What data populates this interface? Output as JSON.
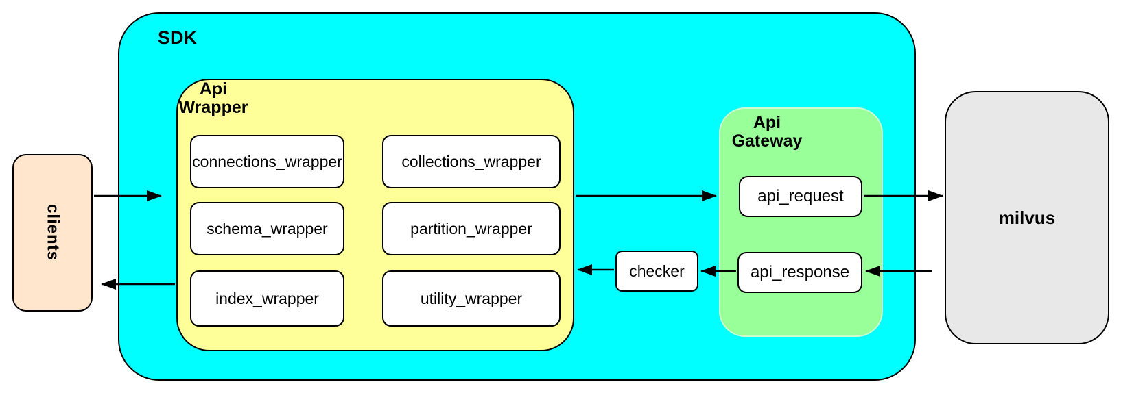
{
  "diagram": {
    "nodes": {
      "clients": {
        "label": "clients",
        "fill": "#FFE6CC"
      },
      "sdk": {
        "label": "SDK",
        "fill": "#00FFFF"
      },
      "api_wrapper": {
        "label_line1": "Api",
        "label_line2": "Wrapper",
        "fill": "#FFFF99",
        "modules": [
          "connections_wrapper",
          "collections_wrapper",
          "schema_wrapper",
          "partition_wrapper",
          "index_wrapper",
          "utility_wrapper"
        ]
      },
      "checker": {
        "label": "checker",
        "fill": "#FFFFFF"
      },
      "api_gateway": {
        "label_line1": "Api",
        "label_line2": "Gateway",
        "fill": "#99FF99",
        "modules": [
          "api_request",
          "api_response"
        ]
      },
      "milvus": {
        "label": "milvus",
        "fill": "#E8E8E8"
      }
    },
    "edges": [
      {
        "from": "clients",
        "to": "sdk"
      },
      {
        "from": "api_wrapper",
        "to": "api_gateway"
      },
      {
        "from": "api_request",
        "to": "milvus"
      },
      {
        "from": "milvus",
        "to": "api_response"
      },
      {
        "from": "api_response",
        "to": "checker"
      },
      {
        "from": "checker",
        "to": "api_wrapper"
      },
      {
        "from": "api_wrapper",
        "to": "clients"
      }
    ],
    "colors": {
      "border": "#000000",
      "arrow": "#000000",
      "canvas_background": "#FFFFFF"
    }
  }
}
